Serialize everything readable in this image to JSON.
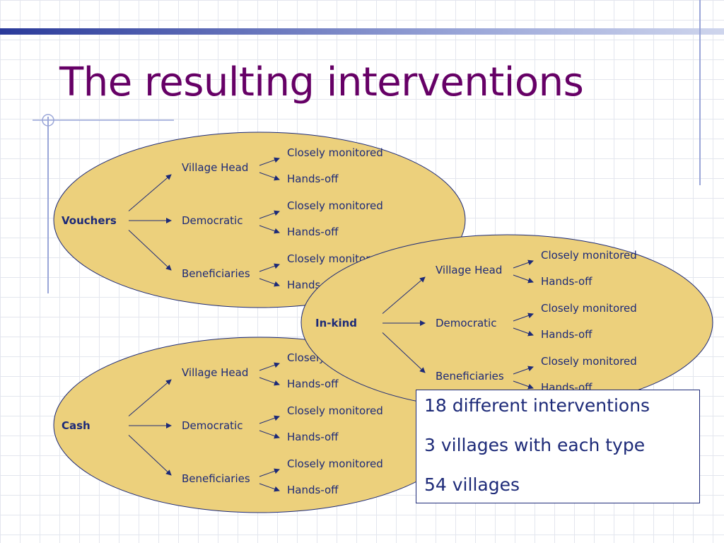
{
  "slide": {
    "title": "The resulting interventions"
  },
  "diagram": {
    "leaf_labels": [
      "Closely monitored",
      "Hands-off"
    ],
    "groups": [
      {
        "root": "Vouchers",
        "branches": [
          {
            "label": "Village Head",
            "leaves": [
              "Closely monitored",
              "Hands-off"
            ]
          },
          {
            "label": "Democratic",
            "leaves": [
              "Closely monitored",
              "Hands-off"
            ]
          },
          {
            "label": "Beneficiaries",
            "leaves": [
              "Closely monitored",
              "Hands-off"
            ]
          }
        ]
      },
      {
        "root": "Cash",
        "branches": [
          {
            "label": "Village Head",
            "leaves": [
              "Closely monitored",
              "Hands-off"
            ]
          },
          {
            "label": "Democratic",
            "leaves": [
              "Closely monitored",
              "Hands-off"
            ]
          },
          {
            "label": "Beneficiaries",
            "leaves": [
              "Closely monitored",
              "Hands-off"
            ]
          }
        ]
      },
      {
        "root": "In-kind",
        "branches": [
          {
            "label": "Village Head",
            "leaves": [
              "Closely monitored",
              "Hands-off"
            ]
          },
          {
            "label": "Democratic",
            "leaves": [
              "Closely monitored",
              "Hands-off"
            ]
          },
          {
            "label": "Beneficiaries",
            "leaves": [
              "Closely monitored",
              "Hands-off"
            ]
          }
        ]
      }
    ]
  },
  "summary": {
    "lines": [
      "18 different interventions",
      "3 villages with each type",
      "54 villages"
    ]
  },
  "colors": {
    "ellipse_fill": "#ecd07c",
    "ellipse_stroke": "#1d2a78",
    "text": "#1d2a78",
    "title": "#660066",
    "accent_bar": "#2a3a9a"
  }
}
